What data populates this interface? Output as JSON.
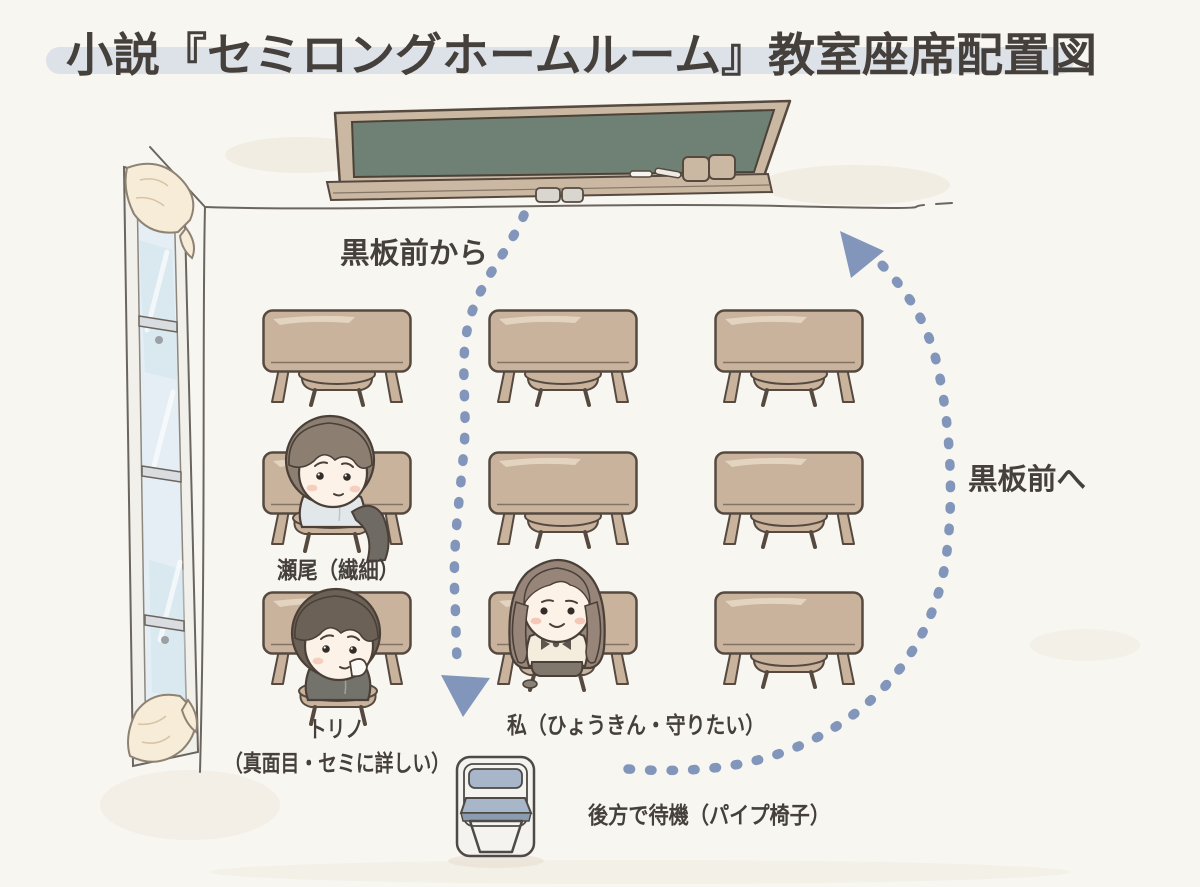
{
  "title": {
    "text": "小説『セミロングホームルーム』教室座席配置図"
  },
  "flow": {
    "from_label": "黒板前から",
    "to_label": "黒板前へ",
    "arrow_color": "#8296bb"
  },
  "characters": [
    {
      "id": "seo",
      "label": "瀬尾（繊細）",
      "seat": {
        "row": 2,
        "col": 1
      }
    },
    {
      "id": "torino",
      "label": "トリノ",
      "trait": "（真面目・セミに詳しい）",
      "seat": {
        "row": 3,
        "col": 1
      }
    },
    {
      "id": "watashi",
      "label": "私（ひょうきん・守りたい）",
      "seat": {
        "row": 3,
        "col": 2
      }
    }
  ],
  "standby": {
    "label": "後方で待機（パイプ椅子）",
    "item": "folding-chair"
  },
  "classroom": {
    "desk_rows": 3,
    "desk_cols": 3,
    "fixtures": [
      "blackboard",
      "window",
      "curtains",
      "folding-chair"
    ]
  },
  "palette": {
    "background": "#f8f6f1",
    "title_highlight": "#dde1e8",
    "ink": "#45403b",
    "outline": "#564a40",
    "desk_tan": "#c9b39d",
    "board_green": "#6f8075",
    "board_frame": "#cbb8a2",
    "arrow_blue": "#8296bb",
    "chair_pad": "#a7b6c9",
    "glass_blue": "#e4eef4",
    "curtain_cream": "#f7ecd8"
  }
}
